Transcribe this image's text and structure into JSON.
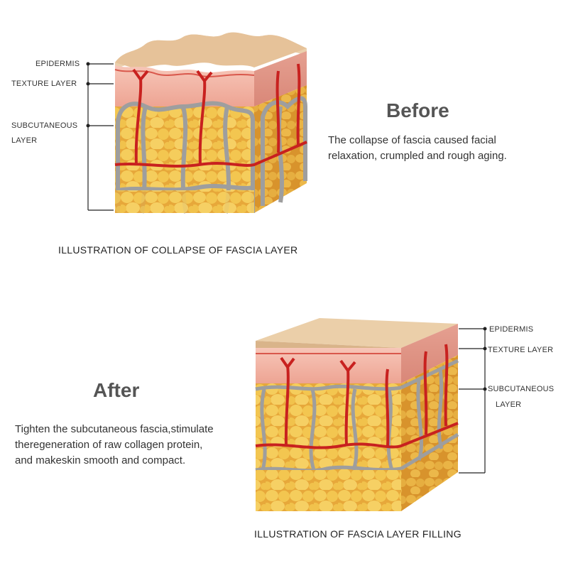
{
  "before": {
    "heading": "Before",
    "description_line1": "The collapse of fascia caused facial",
    "description_line2": "relaxation, crumpled and rough aging.",
    "caption": "ILLUSTRATION OF COLLAPSE OF FASCIA LAYER",
    "labels": {
      "epidermis": "EPIDERMIS",
      "texture": "TEXTURE LAYER",
      "subcutaneous_line1": "SUBCUTANEOUS",
      "subcutaneous_line2": "LAYER"
    }
  },
  "after": {
    "heading": "After",
    "description_line1": "Tighten the subcutaneous fascia,stimulate",
    "description_line2": "theregeneration of raw collagen protein,",
    "description_line3": "and makeskin smooth and compact.",
    "caption": "ILLUSTRATION OF FASCIA LAYER FILLING",
    "labels": {
      "epidermis": "EPIDERMIS",
      "texture": "TEXTURE LAYER",
      "subcutaneous_line1": "SUBCUTANEOUS",
      "subcutaneous_line2": "LAYER"
    }
  },
  "colors": {
    "skin_top": "#e8c9a4",
    "texture": "#f2b7a8",
    "fat": "#f3c44f",
    "vessel": "#c8211f",
    "fascia": "#9a9a9a"
  }
}
